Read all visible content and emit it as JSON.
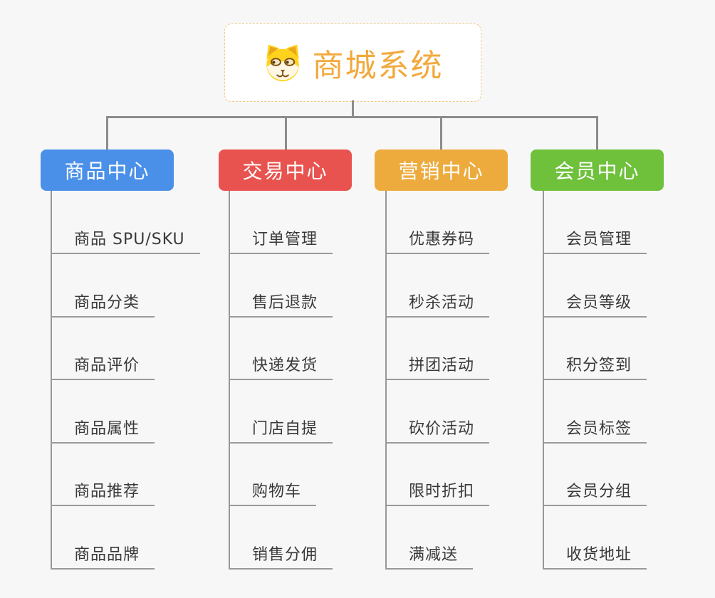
{
  "canvas": {
    "background_color": "#f7f7f7",
    "connector_color": "#8c8c8c"
  },
  "root": {
    "title": "商城系统",
    "title_color": "#F2A93D",
    "border_color": "#f0c884",
    "icon": "dog-face-icon"
  },
  "branches": [
    {
      "label": "商品中心",
      "color": "#4A90E8",
      "items": [
        "商品 SPU/SKU",
        "商品分类",
        "商品评价",
        "商品属性",
        "商品推荐",
        "商品品牌"
      ]
    },
    {
      "label": "交易中心",
      "color": "#E9534F",
      "items": [
        "订单管理",
        "售后退款",
        "快递发货",
        "门店自提",
        "购物车",
        "销售分佣"
      ]
    },
    {
      "label": "营销中心",
      "color": "#EDAB3E",
      "items": [
        "优惠券码",
        "秒杀活动",
        "拼团活动",
        "砍价活动",
        "限时折扣",
        "满减送"
      ]
    },
    {
      "label": "会员中心",
      "color": "#6FC13C",
      "items": [
        "会员管理",
        "会员等级",
        "积分签到",
        "会员标签",
        "会员分组",
        "收货地址"
      ]
    }
  ]
}
